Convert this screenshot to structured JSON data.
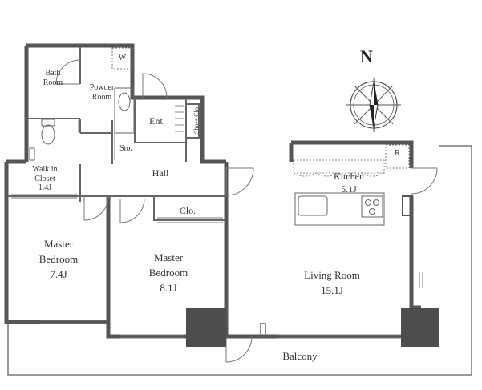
{
  "colors": {
    "wall": "#555555",
    "thin": "#666666",
    "pillar": "#4d4d4d",
    "text": "#333333"
  },
  "compass": {
    "north_label": "N"
  },
  "rooms": {
    "bath": {
      "line1": "Bath",
      "line2": "Room"
    },
    "powder": {
      "line1": "Powder",
      "line2": "Room"
    },
    "washer": {
      "label": "W"
    },
    "entrance": {
      "label": "Ent."
    },
    "shoes": {
      "label": "Shoes Clo."
    },
    "storage": {
      "label": "Sto."
    },
    "hall": {
      "label": "Hall"
    },
    "walk_in": {
      "line1": "Walk in",
      "line2": "Closet",
      "size": "1.4J"
    },
    "kitchen": {
      "label": "Kitchen",
      "size": "5.1J"
    },
    "fridge": {
      "label": "R"
    },
    "closet": {
      "label": "Clo."
    },
    "master1": {
      "line1": "Master",
      "line2": "Bedroom",
      "size": "7.4J"
    },
    "master2": {
      "line1": "Master",
      "line2": "Bedroom",
      "size": "8.1J"
    },
    "living": {
      "line1": "Living Room",
      "size": "15.1J"
    },
    "balcony": {
      "label": "Balcony"
    }
  }
}
